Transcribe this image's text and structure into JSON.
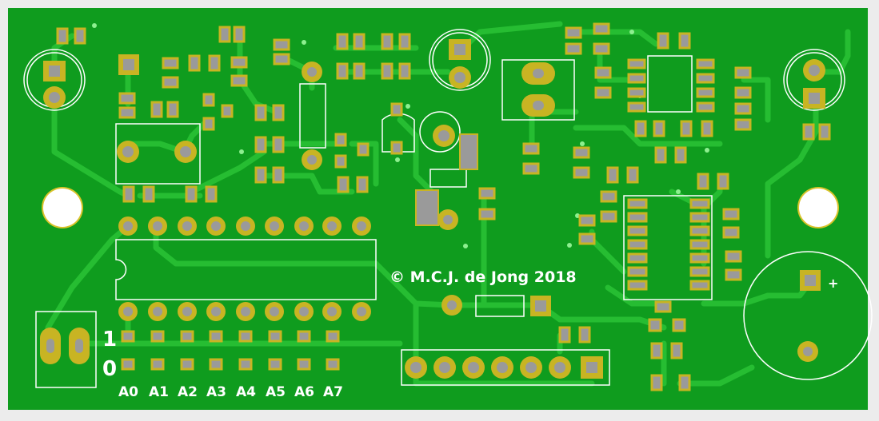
{
  "board": {
    "copyright": "© M.C.J. de Jong 2018",
    "plus_marking": "+",
    "switch_labels": {
      "on": "1",
      "off": "0"
    },
    "address_labels": [
      "A0",
      "A1",
      "A2",
      "A3",
      "A4",
      "A5",
      "A6",
      "A7"
    ]
  },
  "colors": {
    "background": "#ececec",
    "board": "#0f9c1e",
    "trace": "#26bd32",
    "pad_copper": "#c8b423",
    "pad_body": "#9a9a9a",
    "silkscreen": "#ffffff",
    "hole": "#ffffff"
  }
}
